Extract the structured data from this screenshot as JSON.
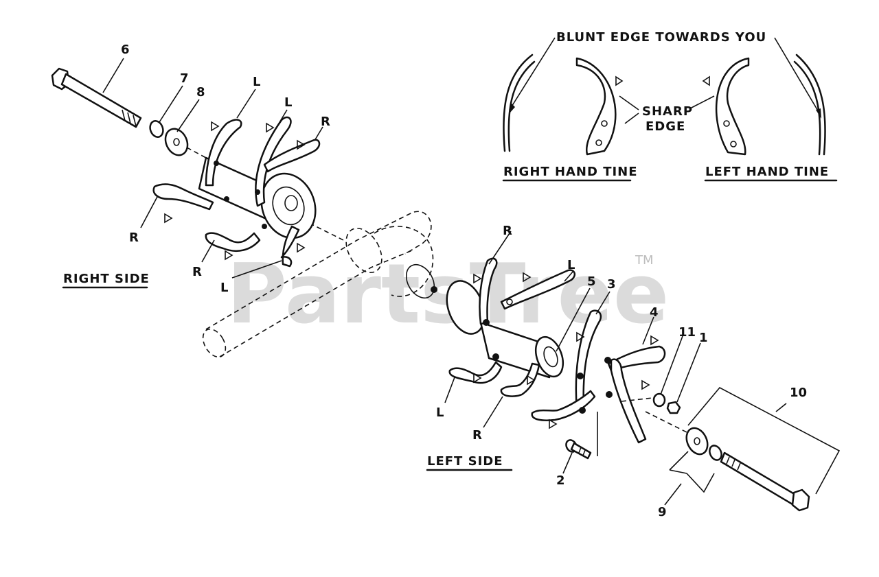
{
  "watermark": {
    "text": "PartsTree",
    "trademark": "TM"
  },
  "captions": {
    "right_side": "RIGHT SIDE",
    "left_side": "LEFT SIDE",
    "right_hand_tine": "RIGHT HAND TINE",
    "left_hand_tine": "LEFT HAND TINE",
    "blunt_edge": "BLUNT EDGE TOWARDS YOU",
    "sharp": "SHARP",
    "edge": "EDGE"
  },
  "part_numbers": {
    "p1": "1",
    "p2": "2",
    "p3": "3",
    "p4": "4",
    "p5": "5",
    "p6": "6",
    "p7": "7",
    "p8": "8",
    "p9": "9",
    "p10": "10",
    "p11": "11"
  },
  "tine_letters": {
    "L": "L",
    "R": "R"
  },
  "colors": {
    "line": "#111111",
    "watermark": "#bdbdbd"
  }
}
